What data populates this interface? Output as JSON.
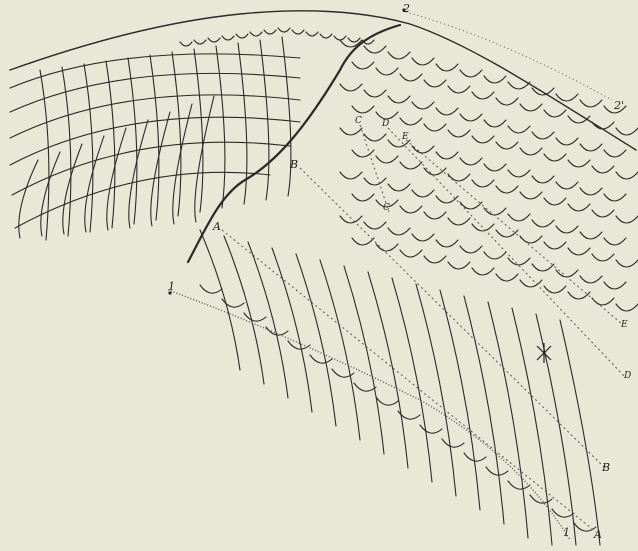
{
  "figure": {
    "labels": {
      "point_1": "1",
      "point_2": "2",
      "point_2prime": "2'",
      "point_1_lower": "1",
      "line_A": "A",
      "line_B": "B",
      "line_C": "C",
      "line_D": "D",
      "line_E": "E",
      "line_A_end": "A",
      "line_B_end": "B",
      "line_C_end": "C",
      "line_D_end": "D",
      "line_E_end": "E"
    },
    "colors": {
      "background": "#e9e7d5",
      "ink": "#2a2a2a",
      "guide": "#555555"
    }
  }
}
